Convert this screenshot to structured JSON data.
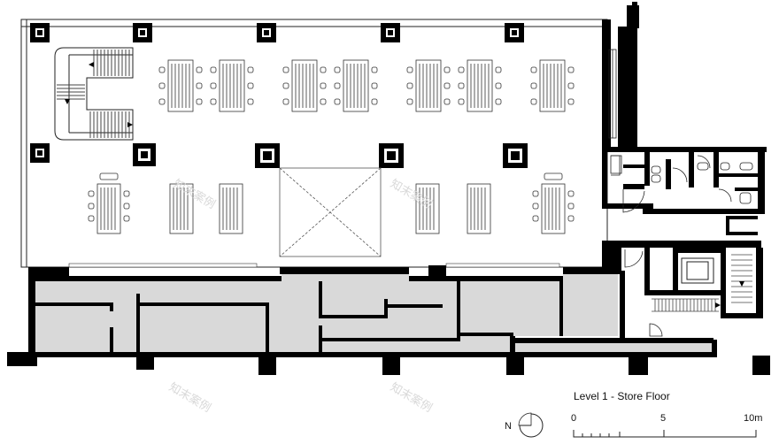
{
  "plan": {
    "title": "Level 1 - Store Floor",
    "north_label": "N",
    "scale": {
      "ticks": [
        "0",
        "5",
        "10m"
      ]
    }
  },
  "watermark": {
    "text": "知末案例"
  },
  "colors": {
    "wall": "#000000",
    "back_of_house_fill": "#d9d9d9",
    "line": "#222222",
    "background": "#ffffff"
  }
}
